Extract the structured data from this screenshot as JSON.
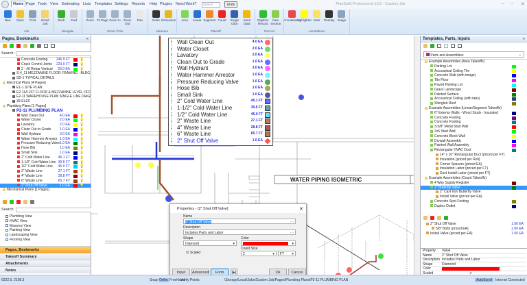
{
  "window": {
    "title": "PlanSwift Professional 10.0 - Custom Job",
    "controls": [
      "–",
      "▫",
      "✕"
    ]
  },
  "menu": {
    "tabs": [
      "Home",
      "Page",
      "Tools",
      "View",
      "Estimating",
      "Lists",
      "Templates",
      "Settings",
      "Reports",
      "Help",
      "Plugins",
      "Need Work?"
    ],
    "search_placeholder": "Search",
    "undo": "Undo"
  },
  "ribbon": [
    {
      "group": "Job",
      "buttons": [
        {
          "label": "New",
          "color": "#2a7be0"
        },
        {
          "label": "Open",
          "color": "#f2c230"
        },
        {
          "label": "Print",
          "color": "#8aa0b8"
        },
        {
          "label": "Email Job",
          "color": "#f5d36a"
        }
      ]
    },
    {
      "group": "Navigate",
      "buttons": [
        {
          "label": "Back",
          "color": "#3cae2e"
        },
        {
          "label": "Fwd",
          "color": "#c8ccd2"
        }
      ]
    },
    {
      "group": "Zoom / Pan",
      "buttons": [
        {
          "label": "Zoom",
          "color": "#9fb3c8"
        },
        {
          "label": "Fit Page",
          "color": "#9fb3c8"
        },
        {
          "label": "Zoom In",
          "color": "#9fb3c8"
        },
        {
          "label": "Zoom Out",
          "color": "#9fb3c8"
        },
        {
          "label": "Pan",
          "color": "#e8e8e8"
        }
      ]
    },
    {
      "group": "Measure",
      "buttons": [
        {
          "label": "Scale",
          "color": "#333"
        },
        {
          "label": "Dimension",
          "color": "#e6b820"
        }
      ]
    },
    {
      "group": "Takeoff",
      "buttons": [
        {
          "label": "Area",
          "color": "#7ed957"
        },
        {
          "label": "Linear",
          "color": "#2a6fd6"
        },
        {
          "label": "Segment",
          "color": "#f08a24"
        },
        {
          "label": "Count",
          "color": "#e22"
        },
        {
          "label": "Single Click",
          "color": "#3a5fb0"
        },
        {
          "label": "Send Data",
          "color": "#f5b800"
        }
      ]
    },
    {
      "group": "Record",
      "buttons": [
        {
          "label": "Digitizer Record",
          "color": "#2fbf2f"
        },
        {
          "label": "New Section",
          "color": "#8bd04a"
        }
      ]
    },
    {
      "group": "Annotations",
      "buttons": [
        {
          "label": "Annotations",
          "color": "#e64b4b"
        },
        {
          "label": "Highlighter",
          "color": "#ffff00"
        },
        {
          "label": "Note",
          "color": "#ffe066"
        },
        {
          "label": "Overlay",
          "color": "#333"
        },
        {
          "label": "Image",
          "color": "#8aa4c0"
        }
      ]
    }
  ],
  "left": {
    "title": "Pages, Bookmarks",
    "search_label": "Search:",
    "tree": [
      {
        "label": "Concrete Footing",
        "indent": 3,
        "value": "246.9 FT",
        "color": "#ff0000"
      },
      {
        "label": "Crack Control Joints",
        "indent": 3,
        "value": "223.9 FT",
        "color": "#000080"
      },
      {
        "label": "2 - #6 Rebar Vertical",
        "indent": 3,
        "value": "23.0 EA",
        "color": "#00ff00"
      },
      {
        "label": "S-4_11 MEZZANINE FLOOR FRAMING - BLDG 11",
        "indent": 2
      },
      {
        "label": "SD-1 TYPICAL DETAILS",
        "indent": 2
      },
      {
        "label": "Electrical Plans [4 Pages]",
        "indent": 0,
        "folder": true
      },
      {
        "label": "E1-1 SITE PLAN",
        "indent": 2
      },
      {
        "label": "E2-11A 1ST FLOOR & MEZZANINE LEVEL OFFI...",
        "indent": 2
      },
      {
        "label": "E2-11 WAREHOUSE PLAN SINGLE LINE DIAGR...",
        "indent": 2
      },
      {
        "label": "39-ELEC",
        "indent": 2
      },
      {
        "label": "Plumbing Plans [1 Pages]",
        "indent": 0,
        "folder": true
      },
      {
        "label": "P2-11 PLUMBING PLAN",
        "indent": 2,
        "page": true
      },
      {
        "label": "Wall Clean Out",
        "indent": 3,
        "value": "4.0 EA",
        "color": "#ff0000"
      },
      {
        "label": "Water Closet",
        "indent": 3,
        "value": "2.0 EA",
        "color": "#00ff00"
      },
      {
        "label": "Lavatory",
        "indent": 3,
        "value": "2.0 EA",
        "color": "#ffff00"
      },
      {
        "label": "Clean Out to Grade",
        "indent": 3,
        "value": "1.0 EA",
        "color": "#0000ff"
      },
      {
        "label": "Wall Hydrant",
        "indent": 3,
        "value": "3.0 EA",
        "color": "#ff00ff"
      },
      {
        "label": "Water Hammer Arrestor",
        "indent": 3,
        "value": "1.0 EA",
        "color": "#00ffff"
      },
      {
        "label": "Pressure Reducing Valve",
        "indent": 3,
        "value": "1.0 EA",
        "color": "#008000"
      },
      {
        "label": "Hose Bib",
        "indent": 3,
        "value": "1.0 EA",
        "color": "#808000"
      },
      {
        "label": "Small Sink",
        "indent": 3,
        "value": "1.0 EA",
        "color": "#000080"
      },
      {
        "label": "2\" Cold Water Line",
        "indent": 3,
        "value": "45.1 FT",
        "color": "#0000ff"
      },
      {
        "label": "1-1/2\" Cold Water Line",
        "indent": 3,
        "value": "39.5 FT",
        "color": "#008080"
      },
      {
        "label": "1/2\" Cold Water Line",
        "indent": 3,
        "value": "45.0 FT",
        "color": "#00ccff"
      },
      {
        "label": "2\" Waste Line",
        "indent": 3,
        "value": "27.1 FT",
        "color": "#a0400a"
      },
      {
        "label": "4\" Waste Line",
        "indent": 3,
        "value": "28.8 FT",
        "color": "#8b0000"
      },
      {
        "label": "6\" Waste Line",
        "indent": 3,
        "value": "65.7 FT",
        "color": "#a0400a"
      },
      {
        "label": "2\" Shut Off Valve",
        "indent": 3,
        "value": "1.0 EA",
        "color": "#ff0000",
        "selected": true
      },
      {
        "label": "Mechanical Plans [1 Pages]",
        "indent": 0,
        "folder": true
      }
    ],
    "views": [
      "Plumbing View",
      "HVAC View",
      "Masonry View",
      "Painting View",
      "Landscaping View",
      "Flooring View"
    ],
    "accordion": [
      "Pages, Bookmarks",
      "Takeoff Summary",
      "Attachments",
      "Notes"
    ]
  },
  "legend": [
    {
      "label": "Wall Clean Out",
      "value": "4.0 EA",
      "color": "#ff6b6b",
      "kind": "count"
    },
    {
      "label": "Water Closet",
      "value": "2.0 EA",
      "color": "#66e066",
      "kind": "count"
    },
    {
      "label": "Lavatory",
      "value": "2.0 EA",
      "color": "#ffff55",
      "kind": "count"
    },
    {
      "label": "Clean Out to Grade",
      "value": "1.0 EA",
      "color": "#6b6bff",
      "kind": "count"
    },
    {
      "label": "Wall Hydrant",
      "value": "3.0 EA",
      "color": "#ff66ff",
      "kind": "count"
    },
    {
      "label": "Water Hammer Arrestor",
      "value": "1.0 EA",
      "color": "#66ffff",
      "kind": "count"
    },
    {
      "label": "Pressure Reducing Valve",
      "value": "1.0 EA",
      "color": "#55a855",
      "kind": "count"
    },
    {
      "label": "Hose Bib",
      "value": "1.0 EA",
      "color": "#a8a855",
      "kind": "count"
    },
    {
      "label": "Small Sink",
      "value": "1.0 EA",
      "color": "#5555a8",
      "kind": "count"
    },
    {
      "label": "2\" Cold Water Line",
      "value": "45.1 FT",
      "color": "#6b6bff",
      "kind": "linear"
    },
    {
      "label": "1-1/2\" Cold Water Line",
      "value": "39.5 FT",
      "color": "#55a8a8",
      "kind": "linear"
    },
    {
      "label": "1/2\" Cold Water Line",
      "value": "45.0 FT",
      "color": "#66ddff",
      "kind": "linear"
    },
    {
      "label": "2\" Waste Line",
      "value": "27.1 FT",
      "color": "#b87a55",
      "kind": "linear"
    },
    {
      "label": "4\" Waste Line",
      "value": "28.8 FT",
      "color": "#b05555",
      "kind": "linear"
    },
    {
      "label": "6\" Waste Line",
      "value": "65.7 FT",
      "color": "#b87a55",
      "kind": "linear"
    },
    {
      "label": "2\" Shut Off Valve",
      "value": "1.0 EA",
      "color": "#ff5555",
      "kind": "diamond",
      "highlight": true
    }
  ],
  "drawing": {
    "iso_title": "WATER PIPING ISOMETRIC"
  },
  "dialog": {
    "title": "Properties - [2\" Shut Off Valve]",
    "name_label": "Name",
    "name_value": "2\" Shut Off Valve",
    "desc_label": "Description",
    "desc_value": "Includes Parts and Labor",
    "shape_label": "Shape",
    "shape_value": "Diamond",
    "color_label": "Color",
    "color_value": "#ff0000",
    "scaled_label": "Scaled",
    "scaled": true,
    "count_size_label": "Count Size",
    "count_size": "2",
    "count_unit": "FT",
    "buttons": {
      "input": "Input",
      "advanced": "Advanced",
      "form": "Form",
      "expand": "[▸]",
      "ok": "Ok",
      "cancel": "Cancel"
    }
  },
  "right": {
    "title": "Templates, Parts, Inputs",
    "dropdown": "Parts and Assemblies",
    "tree": [
      {
        "label": "Example Assemblies (Area Takeoffs)",
        "indent": 0,
        "folder": true
      },
      {
        "label": "Parking Lot",
        "indent": 1,
        "color": "#00ff00"
      },
      {
        "label": "Accoustical Ceiling Tile",
        "indent": 1,
        "color": "#ffff00"
      },
      {
        "label": "Concrete Slab (with image)",
        "indent": 1,
        "color": "#0000ff"
      },
      {
        "label": "Tile Floor",
        "indent": 1,
        "color": "#ff00ff"
      },
      {
        "label": "Paved Parking Lot",
        "indent": 1,
        "color": "#00ffff"
      },
      {
        "label": "Grass Landscape",
        "indent": 1,
        "color": "#800000"
      },
      {
        "label": "Painted Surface",
        "indent": 1,
        "color": "#008000"
      },
      {
        "label": "Accoustical Ceiling (with tabs)",
        "indent": 1,
        "color": "#333399"
      },
      {
        "label": "Shingled Roof",
        "indent": 1,
        "color": "#808000"
      },
      {
        "label": "Example Assemblies (Linear/Segment Takeoffs)",
        "indent": 0,
        "folder": true
      },
      {
        "label": "6\" Exterior Walls - Wood Studs - Insulated",
        "indent": 1,
        "color": "#000080"
      },
      {
        "label": "Concrete Footing",
        "indent": 1,
        "color": "#800080"
      },
      {
        "label": "Concrete Footing",
        "indent": 1,
        "color": "#008080"
      },
      {
        "label": "3-5/8\" Metal Stud Wall",
        "indent": 1,
        "color": "#ff0000"
      },
      {
        "label": "2x6 Stud Wall",
        "indent": 1,
        "color": "#00ff00"
      },
      {
        "label": "Concrete Block Wall",
        "indent": 1,
        "color": "#ffff00"
      },
      {
        "label": "Drywall Assembly",
        "indent": 1,
        "color": "#0000ff"
      },
      {
        "label": "Painted Wall Assembly",
        "indent": 1,
        "color": "#ff00ff"
      },
      {
        "label": "Rectangular HVAC Duct",
        "indent": 1,
        "color": "#008080"
      },
      {
        "label": "14\" x 10\" Rectangular Duct (priced per FT)",
        "indent": 2
      },
      {
        "label": "Insulation (priced per Roll)",
        "indent": 2
      },
      {
        "label": "Corner Spacers (priced EA)",
        "indent": 2
      },
      {
        "label": "Insulation Labor (priced per FT)",
        "indent": 2
      },
      {
        "label": "Duct Install Labor (priced per FT)",
        "indent": 2
      },
      {
        "label": "Example Assemblies (Count Takeoffs)",
        "indent": 0,
        "folder": true
      },
      {
        "label": "4 Way Supply Register",
        "indent": 1,
        "color": "#800000"
      },
      {
        "label": "2\" Butterfly Valve",
        "indent": 1,
        "color": "#008000",
        "selected": true
      },
      {
        "label": "2\" Cast Iron Butterfly Valve",
        "indent": 2
      },
      {
        "label": "Install Valve (priced per EA)",
        "indent": 2
      },
      {
        "label": "Concrete Spot Footing",
        "indent": 1,
        "color": "#808000"
      },
      {
        "label": "Duplex Outlet",
        "indent": 1,
        "color": "#000080"
      }
    ],
    "assembly": [
      {
        "label": "2\" Shut Off Valve",
        "qty": "1.00 EA",
        "indent": 1
      },
      {
        "label": "5/8\" Bolts (priced EA)",
        "qty": "2.00 EA",
        "indent": 2
      },
      {
        "label": "Install Valve (priced per EA)",
        "qty": "1.00 EA",
        "indent": 1
      }
    ],
    "properties": {
      "headers": [
        "Property",
        "Value"
      ],
      "rows": [
        [
          "Name",
          "2\" Shut Off Valve"
        ],
        [
          "Description",
          "Includes Parts and Labor"
        ],
        [
          "Shape",
          "Diamond"
        ],
        [
          "Color",
          ""
        ],
        [
          "Scaled",
          "✔"
        ]
      ],
      "color_value": "#ff0000"
    }
  },
  "status": {
    "coords": "6222.5, 2108.3",
    "snap": "Snap",
    "ortho": "Ortho",
    "freehand": "FreeHand",
    "verify": "Verify Points",
    "path": "\\Storage\\Local\\Jobs\\Custom Job\\Pages\\Plumbing Plans\\P2-11 PLUMBING PLAN",
    "autoscroll": "AutoScroll",
    "connection": "Internet Connected"
  }
}
